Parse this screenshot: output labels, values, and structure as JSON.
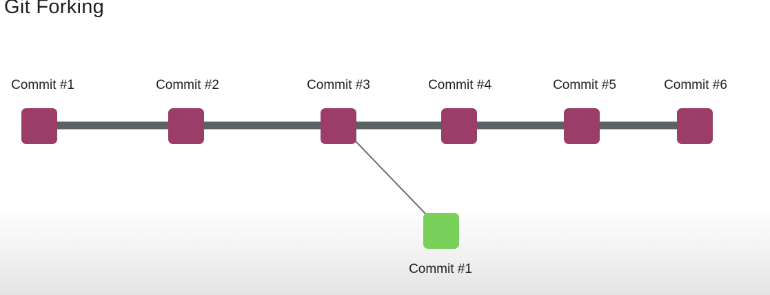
{
  "title": "Git Forking",
  "colors": {
    "main_commit": "#9b3d68",
    "fork_commit": "#79d05b",
    "main_line": "#5a6266",
    "fork_line": "#6a7074"
  },
  "main_branch": {
    "commits": [
      {
        "label": "Commit #1"
      },
      {
        "label": "Commit #2"
      },
      {
        "label": "Commit #3"
      },
      {
        "label": "Commit #4"
      },
      {
        "label": "Commit #5"
      },
      {
        "label": "Commit #6"
      }
    ]
  },
  "fork_branch": {
    "forks_from_commit": 3,
    "commits": [
      {
        "label": "Commit #1"
      }
    ]
  }
}
